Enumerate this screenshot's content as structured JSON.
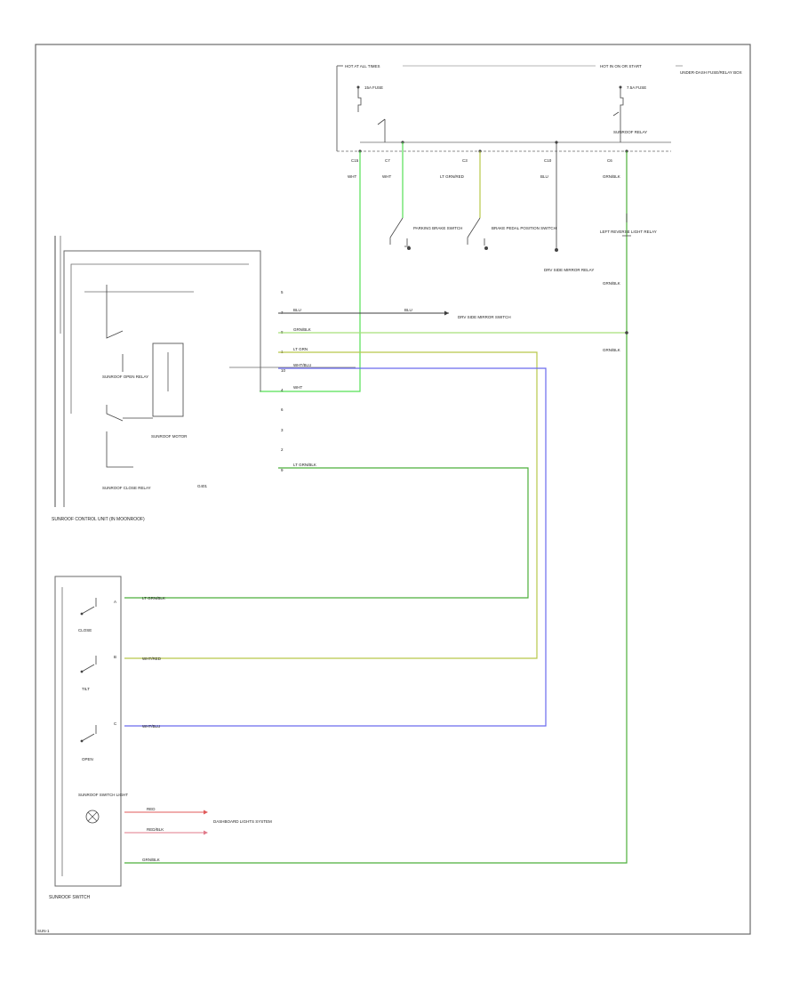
{
  "colors": {
    "frame": "#6a6a6a",
    "wire_black": "#3c3c3c",
    "green": "#4caf3a",
    "lt_green": "#a6e07a",
    "bright_green": "#55e055",
    "blue": "#6a6aee",
    "yellow_green": "#b8c74a",
    "red": "#e05a5a",
    "pink": "#e07a8a"
  },
  "fuse_box": {
    "left_label": "HOT AT ALL TIMES",
    "right_label": "HOT IN ON OR START",
    "right_box_label": "UNDER-DASH FUSE/RELAY BOX",
    "fuse_left": "15A FUSE",
    "fuse_right": "7.5A FUSE",
    "sunroof_relay": "SUNROOF RELAY"
  },
  "top_pins": [
    "C15",
    "C7",
    "C3",
    "C10",
    "C6"
  ],
  "top_wires": [
    "WHT",
    "WHT",
    "LT GRN/RED",
    "BLU",
    "GRN/BLK"
  ],
  "switches": {
    "park_brake": "PARKING BRAKE SWITCH",
    "brake_pedal": "BRAKE PEDAL POSITION SWITCH",
    "mirror": "DRV SIDE MIRROR RELAY",
    "right_component": "LEFT REVERSE LIGHT RELAY"
  },
  "right_wires": [
    "GRN/BLK",
    "GRN/BLK"
  ],
  "control_unit": {
    "label": "SUNROOF CONTROL UNIT (IN MOONROOF)",
    "relay_open": "SUNROOF OPEN RELAY",
    "relay_close": "SUNROOF CLOSE RELAY",
    "cpu": "SUNROOF MOTOR",
    "ground": "G401",
    "pin_labels": [
      "5",
      "7",
      "8",
      "1",
      "10",
      "4",
      "6",
      "3",
      "2",
      "9"
    ],
    "wires": [
      "BLU",
      "GRN/BLK",
      "LT GRN",
      "WHT/BLU",
      "WHT",
      "LT GRN/BLK"
    ],
    "outgoing_wire": "BLU",
    "outgoing_target": "DRV SIDE MIRROR SWITCH"
  },
  "sunroof_switch": {
    "label": "SUNROOF SWITCH",
    "positions": [
      "CLOSE",
      "TILT",
      "OPEN"
    ],
    "pins": [
      "A",
      "B",
      "C"
    ],
    "wires": [
      "LT GRN/BLK",
      "WHT/RED",
      "WHT/BLU"
    ],
    "light_label": "SUNROOF SWITCH LIGHT",
    "light_wires": [
      "RED",
      "RED/BLK"
    ],
    "light_target": "DASHBOARD LIGHTS SYSTEM",
    "bottom_wire": "GRN/BLK"
  },
  "corner_code": "SUN-1"
}
